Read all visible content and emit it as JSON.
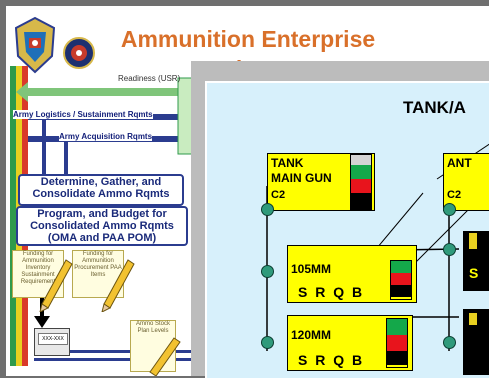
{
  "back_slide": {
    "title": "Ammunition Enterprise Flow",
    "readiness_label": "Readiness (USR)",
    "logistics_label": "Army Logistics / Sustainment Rqmts",
    "acquisition_label": "Army Acquisition Rqmts",
    "determine_box": "Determine, Gather, and Consolidate Ammo Rqmts",
    "program_box": "Program, and Budget for Consolidated Ammo Rqmts (OMA and PAA POM)",
    "paper1": "Funding for Ammunition Inventory Sustainment Requirement",
    "paper2": "Funding for Ammunition Procurement PAA Items",
    "computer_label": "XXX-XXX",
    "paper3": "Ammo Stock Plan Levels"
  },
  "front_slide": {
    "title": "TANK/A",
    "boxes": [
      {
        "label_line1": "TANK",
        "label_line2": "MAIN GUN",
        "sub": "C2"
      },
      {
        "label_line1": "ANT",
        "label_line2": "",
        "sub": "C2"
      },
      {
        "label_line1": "105MM",
        "srqb": "S R Q B"
      },
      {
        "label_line1": "120MM",
        "srqb": "S R Q B"
      }
    ],
    "black_box_letters": [
      "S",
      ""
    ]
  },
  "colors": {
    "status_red": "#e8141c",
    "status_green": "#14a84a",
    "status_black": "#000000",
    "box_yellow": "#ffff00",
    "panel_blue": "#d7f0fb",
    "title_orange": "#d9702a"
  }
}
